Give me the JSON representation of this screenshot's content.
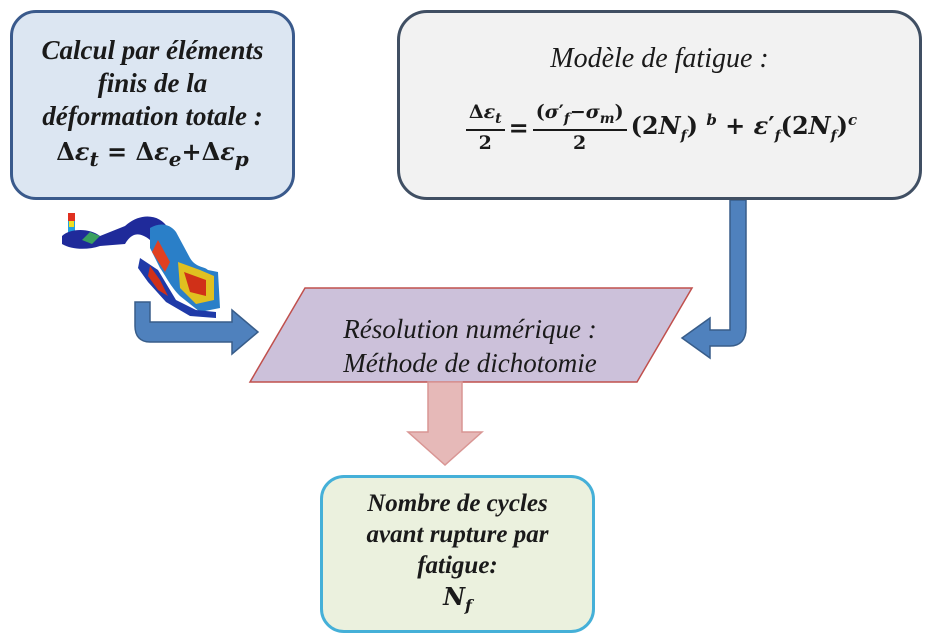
{
  "fe_box": {
    "line1": "Calcul par éléments",
    "line2": "finis de la",
    "line3": "déformation totale :",
    "equation": "Δε_t = Δε_e+Δε_p"
  },
  "fatigue_box": {
    "title": "Modèle de fatigue :",
    "formula": "Δε_t/2 = (σ'_f−σ_m)/2 (2N_f)^b + ε'_f(2N_f)^c"
  },
  "resolution_box": {
    "line1": "Résolution numérique :",
    "line2": "Méthode de dichotomie"
  },
  "result_box": {
    "line1": "Nombre de cycles",
    "line2": "avant rupture par",
    "line3": "fatigue:",
    "symbol": "N_f"
  },
  "colors": {
    "fe_fill": "#dce6f2",
    "fatigue_fill": "#f2f2f2",
    "resolution_fill": "#ccc1da",
    "result_fill": "#ebf1de",
    "blue_arrow": "#4f81bd",
    "pink_arrow": "#e6b9b8"
  }
}
